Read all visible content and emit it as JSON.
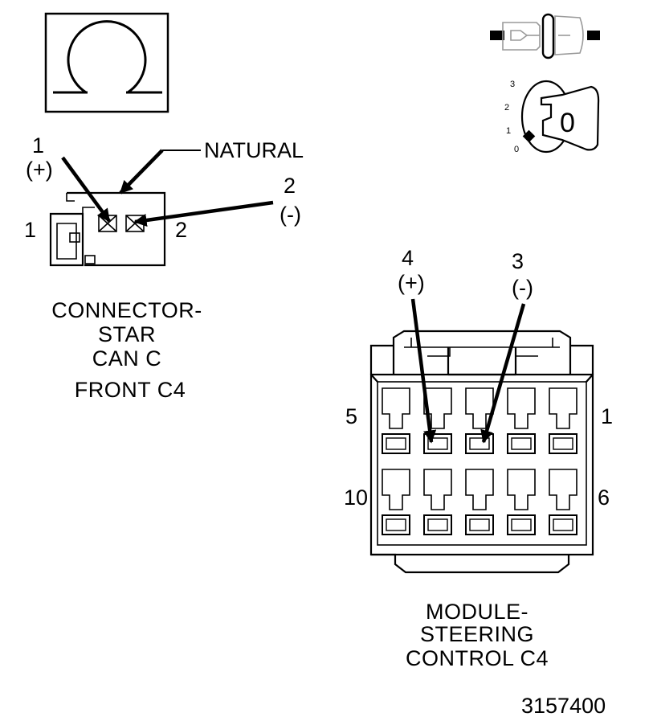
{
  "measurement_symbol": "Ω",
  "star_connector": {
    "title_lines": [
      "CONNECTOR-",
      "STAR",
      "CAN C",
      "FRONT C4"
    ],
    "color_label": "NATURAL",
    "pin1": {
      "number": "1",
      "polarity": "(+)"
    },
    "pin2": {
      "number": "2",
      "polarity": "(-)"
    },
    "side_left_number": "1",
    "side_right_number": "2"
  },
  "steering_module": {
    "title_lines": [
      "MODULE-",
      "STEERING",
      "CONTROL C4"
    ],
    "pin4": {
      "number": "4",
      "polarity": "(+)"
    },
    "pin3": {
      "number": "3",
      "polarity": "(-)"
    },
    "pin_labels": {
      "top_left": "5",
      "top_right": "1",
      "bottom_left": "10",
      "bottom_right": "6"
    }
  },
  "ignition_key": {
    "positions": [
      "0",
      "1",
      "2",
      "3"
    ],
    "key_position": "0"
  },
  "figure_number": "3157400"
}
